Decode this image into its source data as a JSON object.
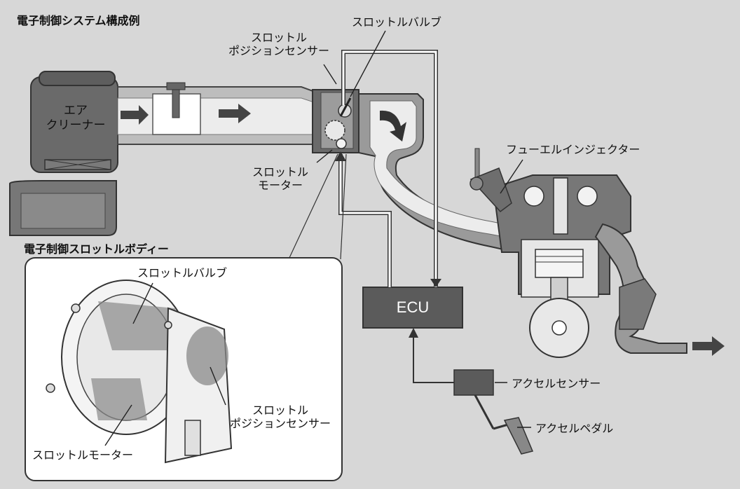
{
  "title": "電子制御システム構成例",
  "inset_title": "電子制御スロットルボディー",
  "labels": {
    "throttle_position_sensor": [
      "スロットル",
      "ポジションセンサー"
    ],
    "throttle_valve": "スロットルバルブ",
    "air_cleaner": [
      "エア",
      "クリーナー"
    ],
    "throttle_motor": [
      "スロットル",
      "モーター"
    ],
    "fuel_injector": "フューエルインジェクター",
    "ecu": "ECU",
    "accel_sensor": "アクセルセンサー",
    "accel_pedal": "アクセルペダル",
    "inset_throttle_valve": "スロットルバルブ",
    "inset_position_sensor": [
      "スロットル",
      "ポジションセンサー"
    ],
    "inset_throttle_motor": "スロットルモーター"
  },
  "colors": {
    "background": "#d7d7d7",
    "component_dark": "#5b5b5b",
    "pipe_light": "#ececec",
    "pipe_mid": "#bdbdbd",
    "inset_bg": "#ffffff"
  }
}
